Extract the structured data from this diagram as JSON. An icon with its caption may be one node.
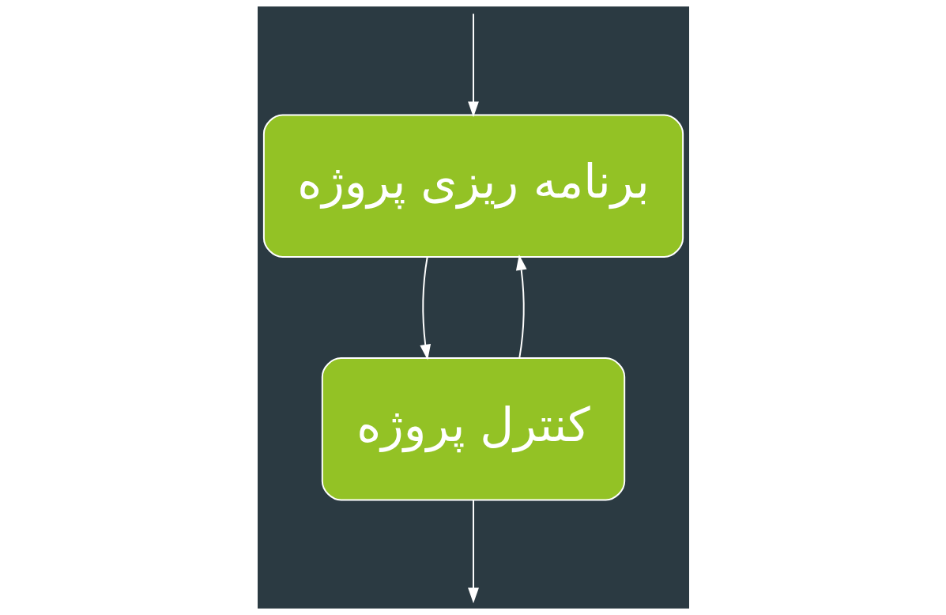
{
  "diagram": {
    "nodes": [
      {
        "text": [
          "برنامه ریزی پروژه"
        ]
      },
      {
        "text": [
          "کنترل پروژه"
        ]
      }
    ],
    "edges": [
      {
        "from": null,
        "to": 0,
        "arrow": "to"
      },
      {
        "from": 0,
        "to": 1,
        "arrow": "to"
      },
      {
        "from": 1,
        "to": 0,
        "arrow": "to"
      },
      {
        "from": 1,
        "to": null,
        "arrow": "to"
      }
    ]
  }
}
